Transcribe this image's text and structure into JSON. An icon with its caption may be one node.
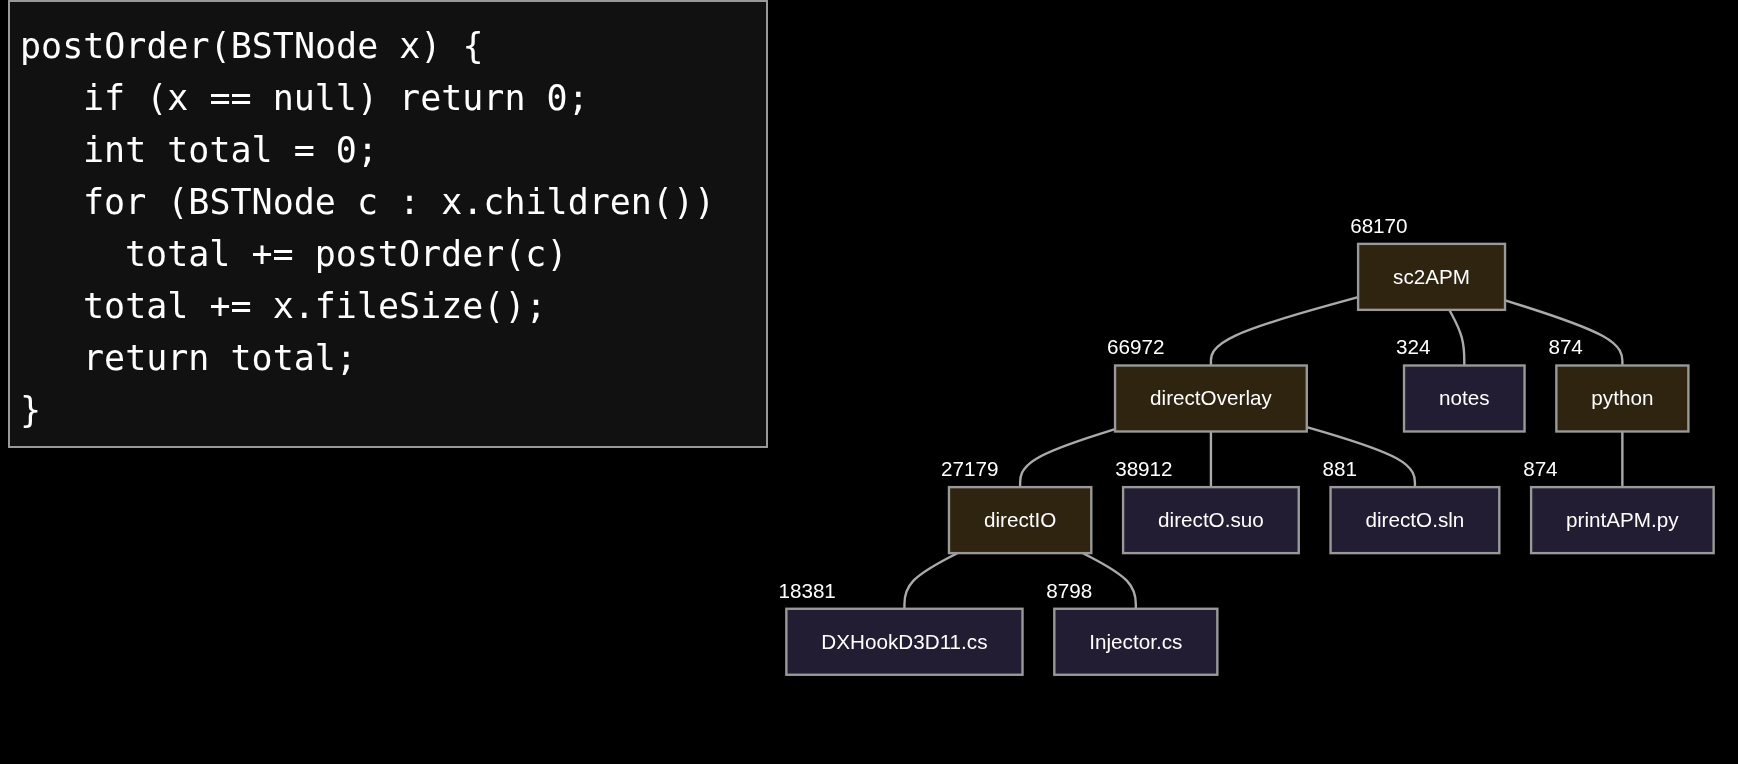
{
  "diagram": {
    "nodes": [
      {
        "text": [
          "sc2APM"
        ],
        "beside": [
          "68170"
        ]
      },
      {
        "text": [
          "directOverlay"
        ],
        "beside": [
          "66972"
        ]
      },
      {
        "text": [
          "notes"
        ],
        "beside": [
          "324"
        ]
      },
      {
        "text": [
          "python"
        ],
        "beside": [
          "874"
        ]
      },
      {
        "text": [
          "directIO"
        ],
        "beside": [
          "27179"
        ]
      },
      {
        "text": [
          "directO.suo"
        ],
        "beside": [
          "38912"
        ]
      },
      {
        "text": [
          "directO.sln"
        ],
        "beside": [
          "881"
        ]
      },
      {
        "text": [
          "printAPM.py"
        ],
        "beside": [
          "874"
        ]
      },
      {
        "text": [
          "DXHookD3D11.cs"
        ],
        "beside": [
          "18381"
        ]
      },
      {
        "text": [
          "Injector.cs"
        ],
        "beside": [
          "8798"
        ]
      }
    ],
    "edges": [
      {
        "from": 0,
        "to": 1,
        "arrow": "none"
      },
      {
        "from": 0,
        "to": 2,
        "arrow": "none"
      },
      {
        "from": 0,
        "to": 3,
        "arrow": "none"
      },
      {
        "from": 1,
        "to": 4,
        "arrow": "none"
      },
      {
        "from": 1,
        "to": 5,
        "arrow": "none"
      },
      {
        "from": 1,
        "to": 6,
        "arrow": "none"
      },
      {
        "from": 3,
        "to": 7,
        "arrow": "none"
      },
      {
        "from": 4,
        "to": 8,
        "arrow": "none"
      },
      {
        "from": 4,
        "to": 9,
        "arrow": "none"
      }
    ],
    "labels": [
      "postOrder(BSTNode x) {",
      "if (x == null) return 0;",
      "int total = 0;",
      "for (BSTNode c : x.children())",
      "total += postOrder(c)",
      "total += x.fileSize();",
      "return total;",
      "}"
    ]
  }
}
